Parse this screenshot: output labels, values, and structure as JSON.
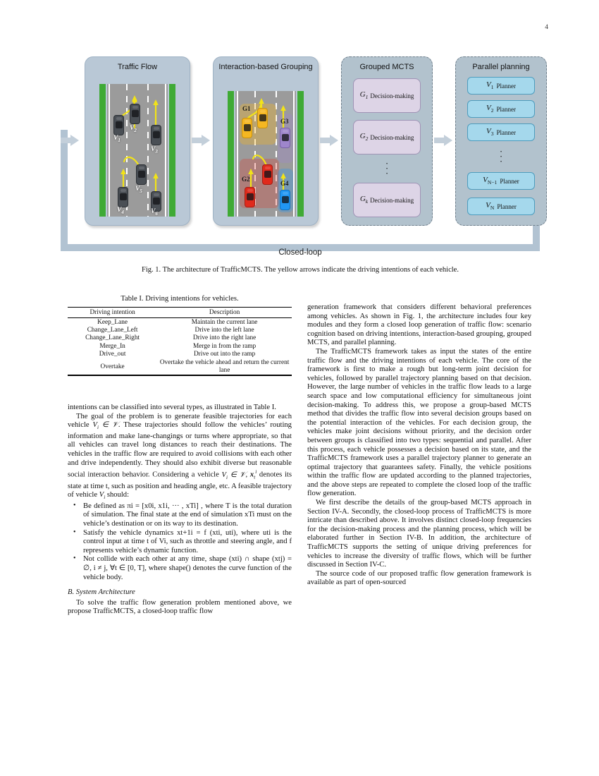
{
  "page": {
    "number": "4"
  },
  "figure": {
    "panels": [
      {
        "title": "Traffic Flow",
        "style": "solid"
      },
      {
        "title": "Interaction-based Grouping",
        "style": "solid"
      },
      {
        "title": "Grouped MCTS",
        "style": "dashed"
      },
      {
        "title": "Parallel planning",
        "style": "dashed"
      }
    ],
    "traffic_flow": {
      "vehicle_labels": [
        "V1",
        "V2",
        "V3",
        "V4",
        "V5",
        "V6"
      ]
    },
    "grouping": {
      "group_labels": [
        "G1",
        "G2",
        "G3",
        "G4"
      ],
      "group_colors": {
        "G1": "#f5b721",
        "G2": "#e02a1c",
        "G3": "#9e86cc",
        "G4": "#2196f3"
      }
    },
    "grouped_mcts": {
      "items": [
        {
          "symbol": "G",
          "sub": "1",
          "label": "Decision-making"
        },
        {
          "symbol": "G",
          "sub": "2",
          "label": "Decision-making"
        },
        {
          "symbol": "G",
          "sub": "k",
          "label": "Decision-making"
        }
      ],
      "ellipsis": "·"
    },
    "parallel_planning": {
      "items": [
        {
          "symbol": "V",
          "sub": "1",
          "label": "Planner"
        },
        {
          "symbol": "V",
          "sub": "2",
          "label": "Planner"
        },
        {
          "symbol": "V",
          "sub": "3",
          "label": "Planner"
        },
        {
          "symbol": "V",
          "sub": "N−1",
          "label": "Planner"
        },
        {
          "symbol": "V",
          "sub": "N",
          "label": "Planner"
        }
      ]
    },
    "closed_loop_label": "Closed-loop",
    "caption": "Fig. 1.  The architecture of TrafficMCTS. The yellow arrows indicate the driving intentions of each vehicle.",
    "colors": {
      "panel_fill": "#b9c8d6",
      "loop": "#b2c3d2",
      "arrow": "#c3cfda",
      "mcts_box": "#ddd4e6",
      "planner_box": "#a5d8ec",
      "grass": "#3faa35",
      "asphalt": "#9b9b9b",
      "intention_arrow": "#f2e318"
    }
  },
  "table": {
    "caption": "Table I. Driving intentions for vehicles.",
    "headers": [
      "Driving intention",
      "Description"
    ],
    "rows": [
      [
        "Keep_Lane",
        "Maintain the current lane"
      ],
      [
        "Change_Lane_Left",
        "Drive into the left lane"
      ],
      [
        "Change_Lane_Right",
        "Drive into the right lane"
      ],
      [
        "Merge_In",
        "Merge in from the ramp"
      ],
      [
        "Drive_out",
        "Drive out into the ramp"
      ],
      [
        "Overtake",
        "Overtake the vehicle ahead and return the current lane"
      ]
    ]
  },
  "left_column": {
    "para_continued": "intentions can be classified into several types, as illustrated in Table I.",
    "para_goal_pre": "The goal of the problem is to generate feasible trajectories for each vehicle ",
    "para_goal_mid": ". These trajectories should follow the vehicles’ routing information and make lane-changings or turns where appropriate, so that all vehicles can travel long distances to reach their destinations. The vehicles in the traffic flow are required to avoid collisions with each other and drive independently. They should also exhibit diverse but reasonable social interaction behavior. Considering a vehicle ",
    "para_goal_end": " denotes its state at time t, such as position and heading angle, etc. A feasible trajectory of vehicle ",
    "para_goal_tail": " should:",
    "bullets": [
      "Be defined as πi = [x0i, x1i, ··· , xTi] , where T is the total duration of simulation. The final state at the end of simulation xTi must on the vehicle’s destination or on its way to its destination.",
      "Satisfy the vehicle dynamics xt+1i = f (xti, uti), where uti is the control input at time t of Vi, such as throttle and steering angle, and f represents vehicle’s dynamic function.",
      "Not collide with each other at any time, shape (xti) ∩ shape (xtj) = ∅, i ≠ j, ∀t ∈ [0, T], where shape() denotes the curve function of the vehicle body."
    ],
    "section_heading": "B.  System Architecture",
    "para_solve": "To solve the traffic flow generation problem mentioned above, we propose TrafficMCTS, a closed-loop traffic flow"
  },
  "right_column": {
    "para_gen": "generation framework that considers different behavioral preferences among vehicles. As shown in Fig. 1, the architecture includes four key modules and they form a closed loop generation of traffic flow: scenario cognition based on driving intentions, interaction-based grouping, grouped MCTS, and parallel planning.",
    "para_framework": "The TrafficMCTS framework takes as input the states of the entire traffic flow and the driving intentions of each vehicle. The core of the framework is first to make a rough but long-term joint decision for vehicles, followed by parallel trajectory planning based on that decision. However, the large number of vehicles in the traffic flow leads to a large search space and low computational efficiency for simultaneous joint decision-making. To address this, we propose a group-based MCTS method that divides the traffic flow into several decision groups based on the potential interaction of the vehicles. For each decision group, the vehicles make joint decisions without priority, and the decision order between groups is classified into two types: sequential and parallel. After this process, each vehicle possesses a decision based on its state, and the TrafficMCTS framework uses a parallel trajectory planner to generate an optimal trajectory that guarantees safety. Finally, the vehicle positions within the traffic flow are updated according to the planned trajectories, and the above steps are repeated to complete the closed loop of the traffic flow generation.",
    "para_describe": "We first describe the details of the group-based MCTS approach in Section IV-A. Secondly, the closed-loop process of TrafficMCTS is more intricate than described above. It involves distinct closed-loop frequencies for the decision-making process and the planning process, which will be elaborated further in Section IV-B. In addition, the architecture of TrafficMCTS supports the setting of unique driving preferences for vehicles to increase the diversity of traffic flows, which will be further discussed in Section IV-C.",
    "para_source": "The source code of our proposed traffic flow generation framework is available as part of open-sourced"
  }
}
